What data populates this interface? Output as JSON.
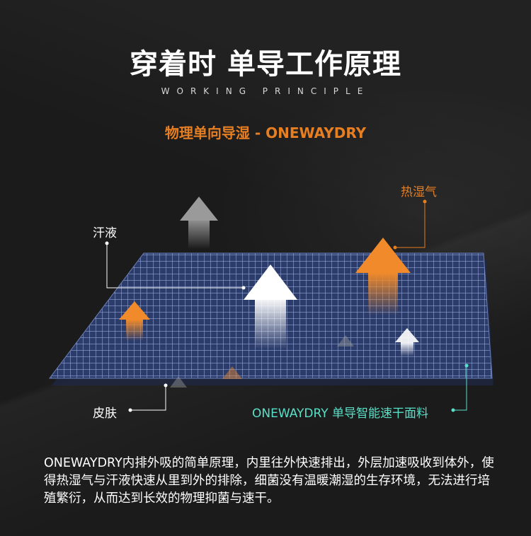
{
  "header": {
    "title": "穿着时 单导工作原理",
    "subtitle": "WORKING PRINCIPLE",
    "tagline": "物理单向导湿 - ONEWAYDRY"
  },
  "labels": {
    "sweat": "汗液",
    "heat": "热湿气",
    "skin": "皮肤",
    "fabric": "ONEWAYDRY 单导智能速干面料"
  },
  "description": "ONEWAYDRY内排外吸的简单原理，内里往外快速排出，外层加速吸收到体外，使得热湿气与汗液快速从里到外的排除，细菌没有温暖潮湿的生存环境，无法进行培殖繁衍，从而达到长效的物理抑菌与速干。",
  "colors": {
    "background": "#1b1b1b",
    "accent_orange": "#e67e22",
    "accent_cyan": "#58e0c8",
    "fabric_blue": "#3a4f86"
  }
}
